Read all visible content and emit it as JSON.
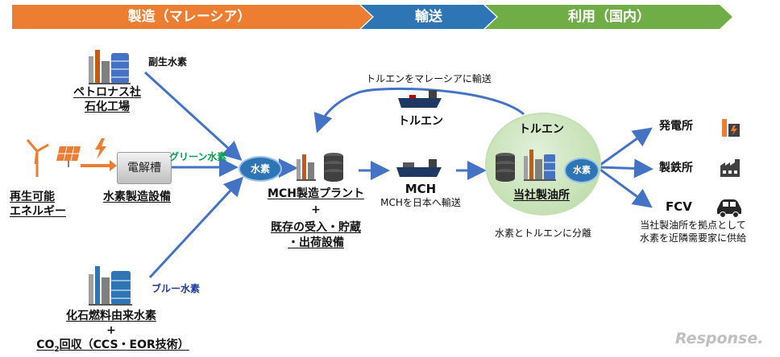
{
  "header": {
    "stage_manufacturing": "製造（マレーシア）",
    "stage_transport": "輸送",
    "stage_use": "利用（国内）",
    "colors": {
      "manufacturing": "#ed7d31",
      "transport": "#2e75b6",
      "use": "#70ad47"
    }
  },
  "sources": {
    "petronas_line1": "ペトロナス社",
    "petronas_line2": "石化工場",
    "byproduct_hydrogen": "副生水素",
    "electrolyzer": "電解槽",
    "green_hydrogen": "グリーン水素",
    "renewable_line1": "再生可能",
    "renewable_line2": "エネルギー",
    "hydrogen_facility": "水素製造設備",
    "blue_hydrogen": "ブルー水素",
    "fossil_line1": "化石燃料由来水素",
    "fossil_plus": "+",
    "co2_prefix": "CO",
    "co2_sub": "2",
    "co2_suffix": "回収（CCS・EOR技術）"
  },
  "center": {
    "hydrogen_tag": "水素",
    "mch_plant": "MCH製造プラント",
    "plus": "+",
    "existing_line1": "既存の受入・貯蔵",
    "existing_line2": "・出荷設備"
  },
  "transport": {
    "toluene_return_caption": "トルエンをマレーシアに輸送",
    "toluene_label": "トルエン",
    "mch_label": "MCH",
    "mch_caption": "MCHを日本へ輸送"
  },
  "refinery": {
    "toluene_tag": "トルエン",
    "hydrogen_tag": "水素",
    "name": "当社製油所",
    "separation_caption": "水素とトルエンに分離"
  },
  "uses": {
    "power_plant": "発電所",
    "steel_mill": "製鉄所",
    "fcv": "FCV",
    "supply_line1": "当社製油所を拠点として",
    "supply_line2": "水素を近隣需要家に供給"
  },
  "watermark": "Response."
}
